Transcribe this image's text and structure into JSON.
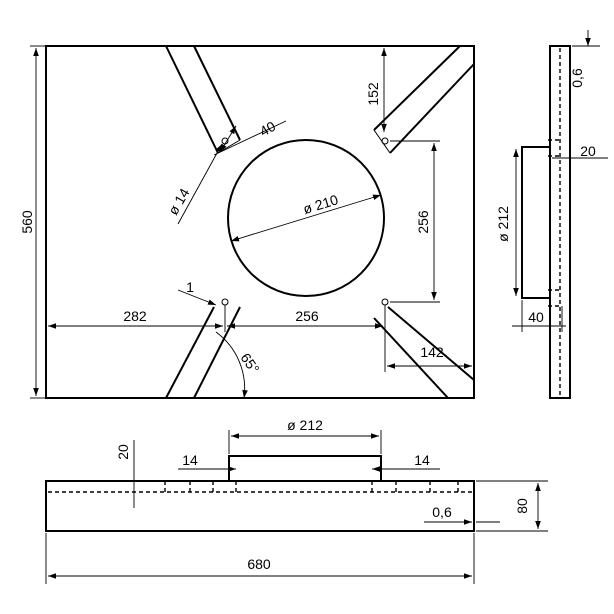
{
  "drawing": {
    "front_view": {
      "height": "560",
      "distance_left": "282",
      "hole_spacing_horizontal": "256",
      "hole_spacing_vertical": "256",
      "offset_top": "152",
      "offset_bottom": "142",
      "slot_width": "40",
      "hole_diameter": "ø 14",
      "circle_diameter": "ø 210",
      "gap": "1",
      "angle": "65°"
    },
    "side_view": {
      "clearance": "0,6",
      "step": "20",
      "bore_diameter": "ø 212",
      "depth": "40"
    },
    "bottom_view": {
      "collar_diameter": "ø 212",
      "collar_height": "20",
      "slot_left": "14",
      "slot_right": "14",
      "clearance": "0,6",
      "thickness": "80",
      "width": "680"
    }
  }
}
